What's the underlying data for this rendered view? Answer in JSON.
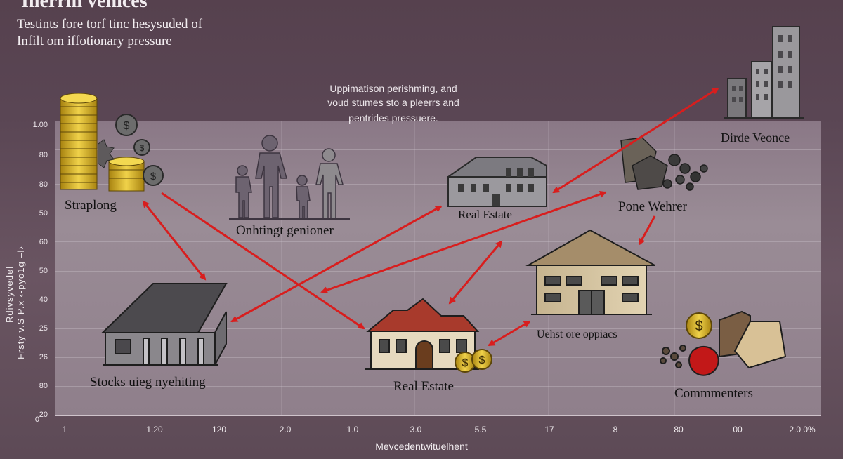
{
  "header": {
    "title": "Inerrin venices",
    "subtitle_line1": "Testints fore torf tinc hesysuded of",
    "subtitle_line2": "Infilt om iffotionary pressure"
  },
  "note": {
    "line1": "Uppimatison perishming, and",
    "line2": "voud stumes sto a pleerrs and",
    "line3": "pentrides pressuere."
  },
  "axes": {
    "y_ticks": [
      "1.00",
      "80",
      "80",
      "50",
      "60",
      "50",
      "40",
      "25",
      "26",
      "80",
      "20",
      "0"
    ],
    "x_ticks": [
      "1",
      "1.20",
      "120",
      "2.0",
      "1.0",
      "3.0",
      "5.5",
      "17",
      "8",
      "80",
      "00",
      "2.0 0%"
    ],
    "x_label": "Mevcedentwituelhent",
    "y_label_1": "Rdivsyvedel",
    "y_label_2": "Frsty v.S P.x ‹-pyo1g –l›"
  },
  "nodes": {
    "strapiong": "Straplong",
    "demographics": "Onhtingt genioner",
    "real_estate_top": "Real Estate",
    "direct_venice": "Dirde Veonce",
    "pone_weather": "Pone Wehrer",
    "stocks": "Stocks uieg nyehiting",
    "real_estate_bottom": "Real Estate",
    "uehst": "Uehst ore oppiacs",
    "commodities": "Commmenters"
  },
  "colors": {
    "arrow": "#d81e1e",
    "background": "#56414e",
    "plot": "#8f7f8b",
    "gold": "#d9b51e"
  },
  "icons": [
    "coin-stack-icon",
    "family-icon",
    "warehouse-icon",
    "skyscraper-icon",
    "ore-pile-icon",
    "house-icon",
    "commodity-icon",
    "dollar-coin-icon"
  ]
}
